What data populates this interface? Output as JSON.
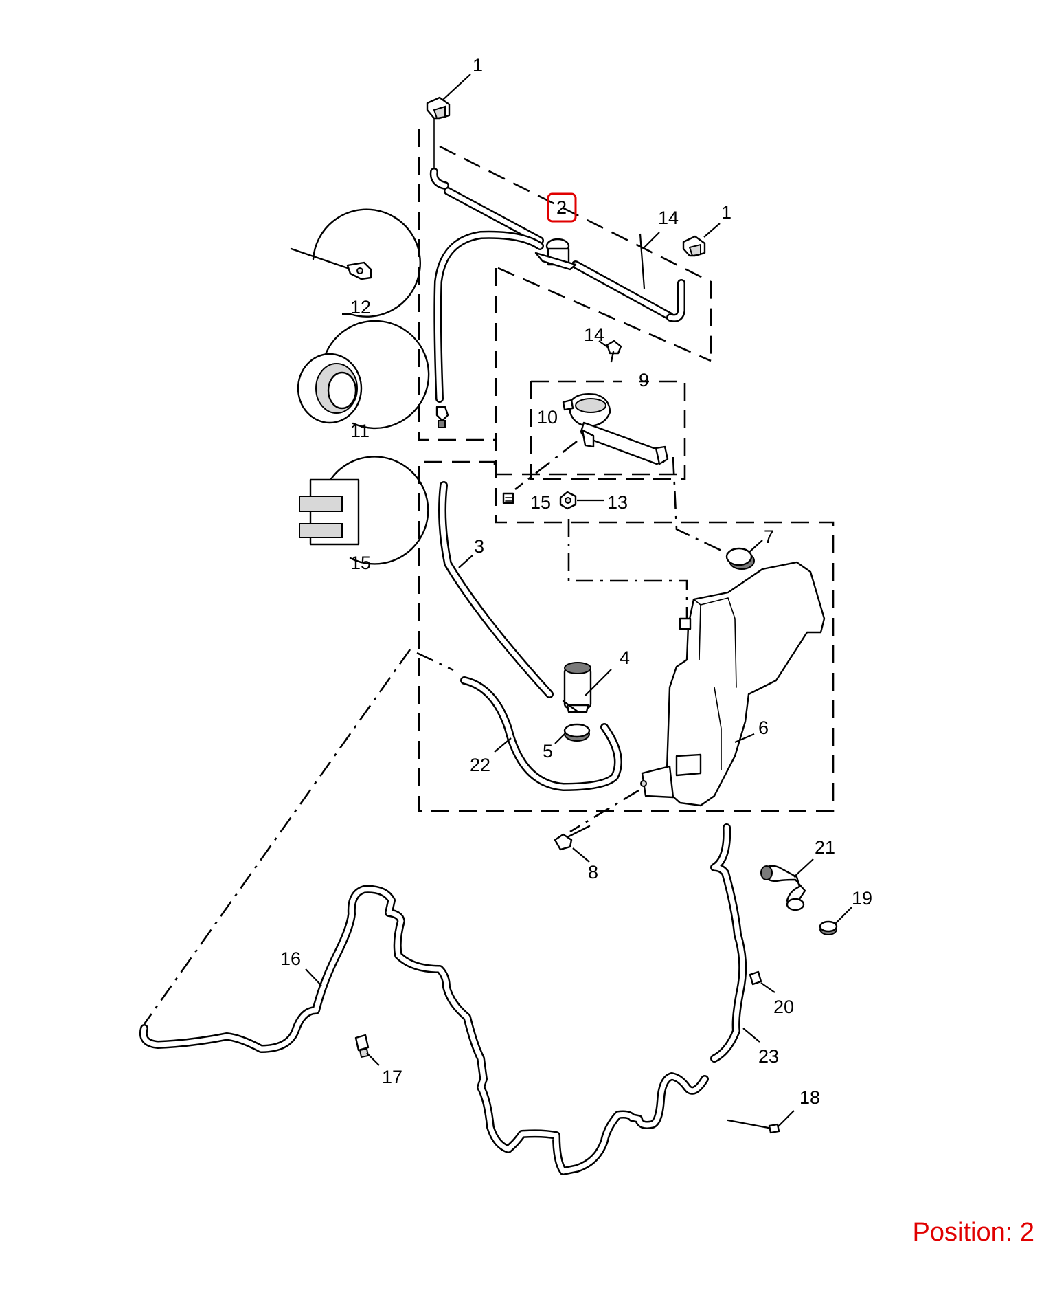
{
  "callouts": {
    "c1a": "1",
    "c1b": "1",
    "c2": "2",
    "c3": "3",
    "c4": "4",
    "c5": "5",
    "c6": "6",
    "c7": "7",
    "c8": "8",
    "c9": "9",
    "c10": "10",
    "c11": "11",
    "c12": "12",
    "c13": "13",
    "c14a": "14",
    "c14b": "14",
    "c15a": "15",
    "c15b": "15",
    "c16": "16",
    "c17": "17",
    "c18": "18",
    "c19": "19",
    "c20": "20",
    "c21": "21",
    "c22": "22",
    "c23": "23"
  },
  "highlight": {
    "callout": "2",
    "color": "#e00000"
  },
  "position": {
    "label": "Position: 2"
  }
}
